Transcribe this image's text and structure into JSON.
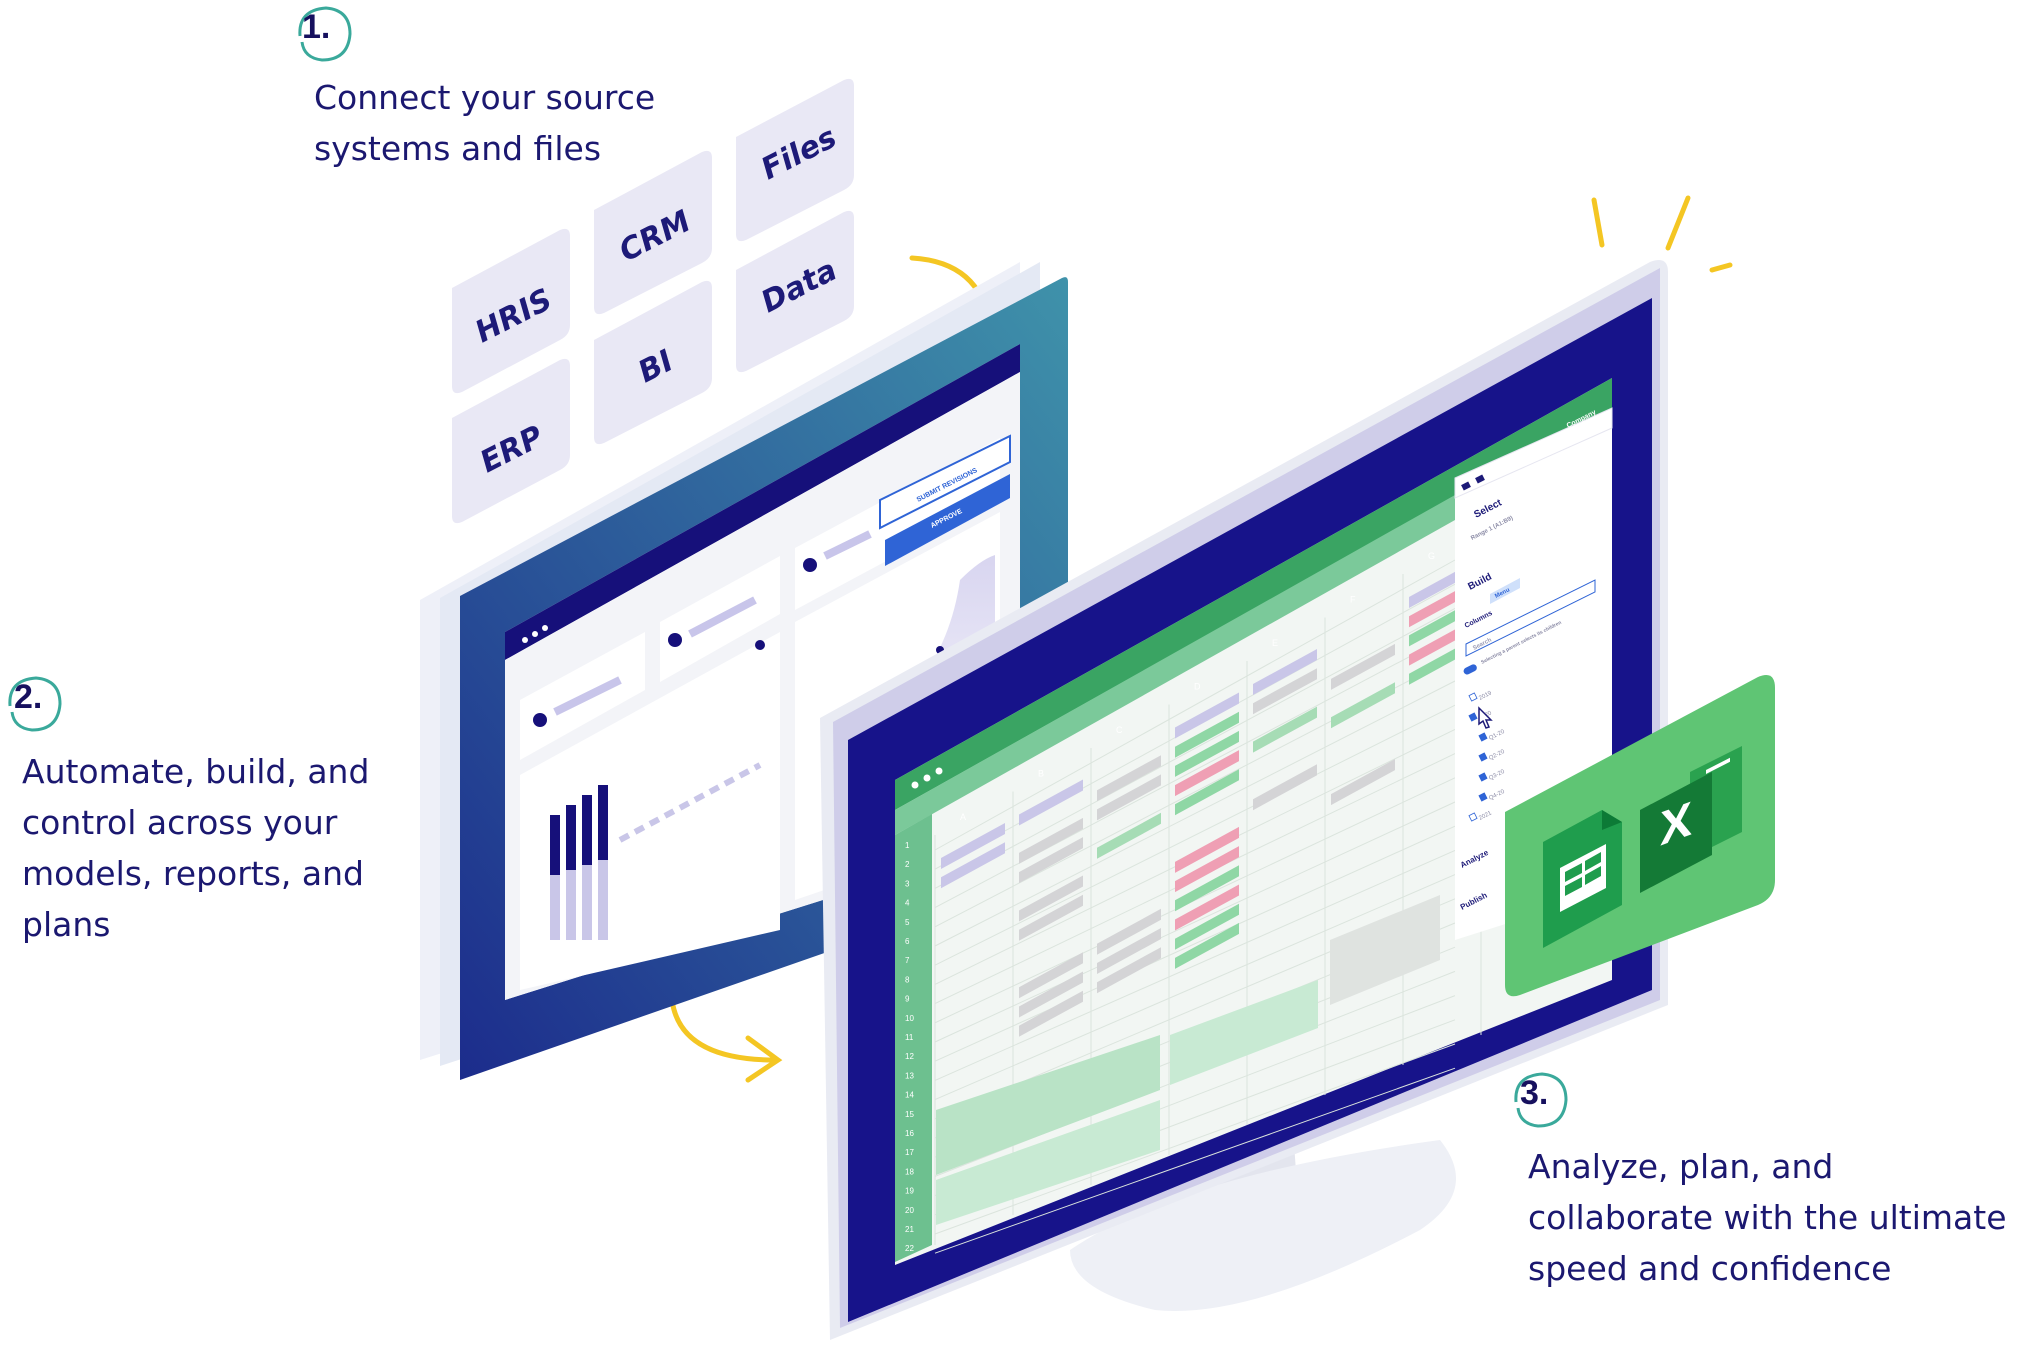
{
  "steps": [
    {
      "number": "1.",
      "text": "Connect your source systems and files"
    },
    {
      "number": "2.",
      "text": "Automate, build, and control across your models, reports, and plans"
    },
    {
      "number": "3.",
      "text": "Analyze, plan, and collaborate with the ultimate speed and confidence"
    }
  ],
  "sources": [
    "HRIS",
    "CRM",
    "Files",
    "ERP",
    "BI",
    "Data"
  ],
  "back_screen": {
    "buttons": [
      "SUBMIT REVISIONS",
      "APPROVE"
    ]
  },
  "front_screen": {
    "company_selector": "Company",
    "panel": {
      "select_label": "Select",
      "select_range": "Range 1 (A1:B9)",
      "build_label": "Build",
      "build_chip": "Menu",
      "columns_label": "Columns",
      "search_placeholder": "Search",
      "toggle_label": "Selecting a parent selects its children",
      "tree": [
        "2019",
        "2020",
        "Q1-20",
        "Q2-20",
        "Q3-20",
        "Q4-20",
        "2021"
      ],
      "analyze_label": "Analyze",
      "publish_label": "Publish"
    },
    "column_headers": [
      "A",
      "B",
      "C",
      "D",
      "E",
      "F",
      "G"
    ],
    "row_numbers": [
      "1",
      "2",
      "3",
      "4",
      "5",
      "6",
      "7",
      "8",
      "9",
      "10",
      "11",
      "12",
      "13",
      "14",
      "15",
      "16",
      "17",
      "18",
      "19",
      "20",
      "21",
      "22"
    ]
  },
  "colors": {
    "navy": "#1b1483",
    "green": "#3aa463",
    "yellow": "#f4c623",
    "tile": "#e9e8f5",
    "teal": "#3aa99b"
  }
}
